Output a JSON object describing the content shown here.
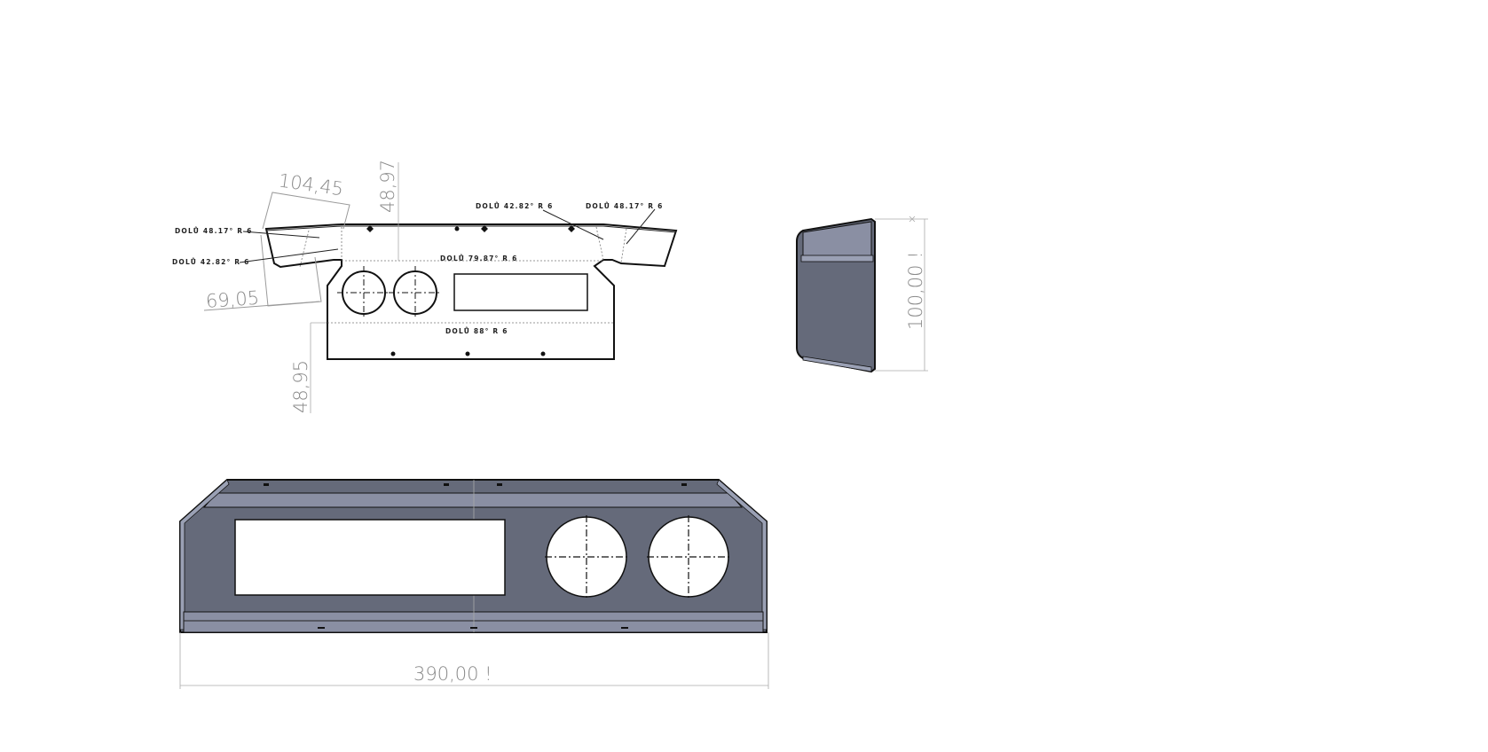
{
  "flat_pattern": {
    "dims": {
      "width_top": "104,45",
      "height_top": "48,97",
      "width_side": "69,05",
      "height_bottom": "48,95"
    },
    "bend_notes": {
      "top_left_1": "DOLŮ 48.17° R 6",
      "top_left_2": "DOLŮ 42.82° R 6",
      "top_right_1": "DOLŮ 42.82° R 6",
      "top_right_2": "DOLŮ 48.17° R 6",
      "middle": "DOLŮ 79.87° R 6",
      "bottom": "DOLŮ 88° R 6"
    }
  },
  "side_view": {
    "height_dim": "100,00 !"
  },
  "front_view": {
    "width_dim": "390,00 !"
  },
  "colors": {
    "panel_dark": "#656a7a",
    "panel_light": "#8a8fa3",
    "panel_edge": "#9aa0b4",
    "line": "#111111",
    "dimension": "#8a8a8a"
  }
}
